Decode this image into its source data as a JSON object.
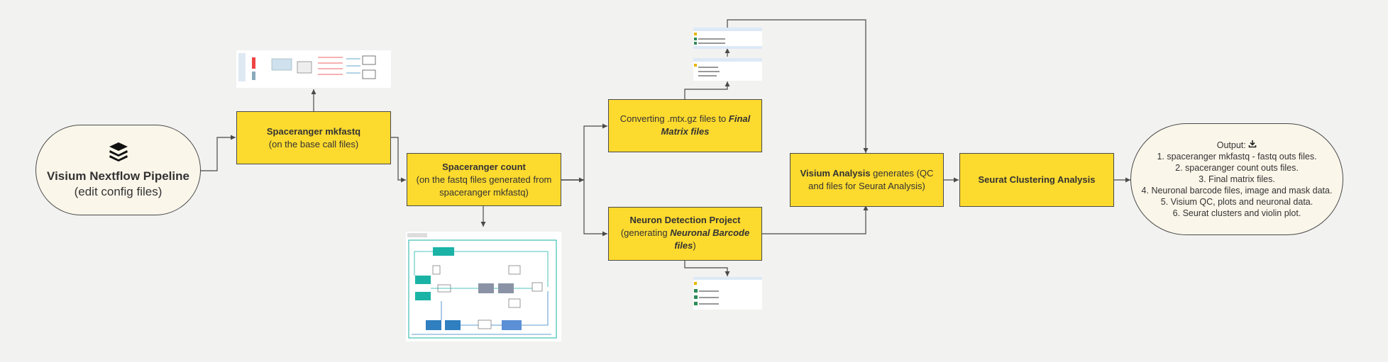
{
  "start": {
    "title": "Visium Nextflow Pipeline",
    "subtitle": "(edit config files)",
    "icon": "stack-layers-icon"
  },
  "mkfastq": {
    "title": "Spaceranger mkfastq",
    "subtitle": "(on the base call files)"
  },
  "count": {
    "title": "Spaceranger count",
    "subtitle": "(on the fastq files generated from spaceranger mkfastq)"
  },
  "convert": {
    "text_prefix": "Converting .mtx.gz files to ",
    "text_emph": "Final Matrix files"
  },
  "neuron": {
    "title": "Neuron Detection Project",
    "text_prefix": "(generating ",
    "text_emph": "Neuronal Barcode files",
    "text_suffix": ")"
  },
  "visium": {
    "title": "Visium Analysis",
    "text_suffix": " generates (QC and files for Seurat Analysis)"
  },
  "seurat": {
    "title": "Seurat Clustering Analysis"
  },
  "output": {
    "title": "Output:",
    "icon": "download-icon",
    "items": [
      "1. spaceranger mkfastq - fastq outs files.",
      "2. spaceranger count outs files.",
      "3. Final matrix files.",
      "4. Neuronal barcode files, image and mask data.",
      "5. Visium QC, plots and neuronal data.",
      "6. Seurat clusters and violin plot."
    ]
  },
  "colors": {
    "box_fill": "#fdda2e",
    "pill_fill": "#fbf6ea",
    "stroke": "#4a4a4a",
    "background": "#f2f2f1",
    "teal": "#1ab3a6",
    "blue": "#2f7fc1"
  }
}
